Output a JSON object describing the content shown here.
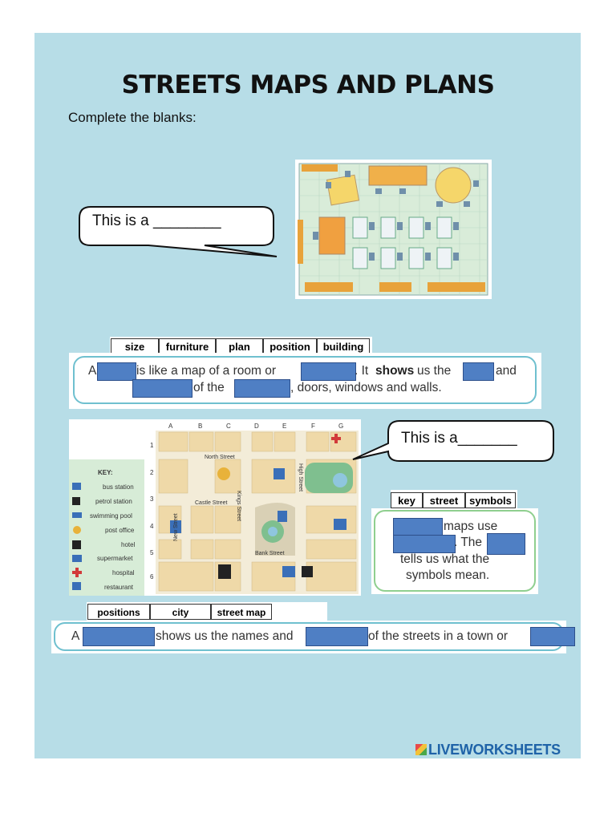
{
  "title": "STREETS MAPS AND PLANS",
  "instruction": "Complete the blanks:",
  "bubble1": "This is a ________",
  "bubble2": "This is a_______",
  "wordbank1": [
    "size",
    "furniture",
    "plan",
    "position",
    "building"
  ],
  "wordbank2": [
    "key",
    "street",
    "symbols"
  ],
  "wordbank3": [
    "positions",
    "city",
    "street map"
  ],
  "sentence1": {
    "w1": "A",
    "w2": "is like a map of a room or",
    "w3": ". It",
    "w4": "shows",
    "w5": "us the",
    "w6": "and",
    "w7": "of the",
    "w8": ", doors, windows and walls."
  },
  "sentence2": {
    "w1": "maps use",
    "w2": ". The",
    "w3": "tells us what the",
    "w4": "symbols mean."
  },
  "sentence3": {
    "w1": "A",
    "w2": "shows us the names and",
    "w3": "of the streets in a town or"
  },
  "map": {
    "cols": [
      "A",
      "B",
      "C",
      "D",
      "E",
      "F",
      "G"
    ],
    "rows": [
      "1",
      "2",
      "3",
      "4",
      "5",
      "6"
    ],
    "streets": [
      "North Street",
      "Castle Street",
      "Bank Street",
      "New Street",
      "Kings Street",
      "High Street"
    ]
  },
  "key": {
    "title": "KEY:",
    "items": [
      "bus station",
      "petrol station",
      "swimming pool",
      "post office",
      "hotel",
      "supermarket",
      "hospital",
      "restaurant"
    ]
  },
  "brand": "LIVEWORKSHEETS",
  "colors": {
    "background": "#b7dde7",
    "blank": "#4f7fc4",
    "frame": "#6fc0cf",
    "brand": "#1f63a8"
  }
}
